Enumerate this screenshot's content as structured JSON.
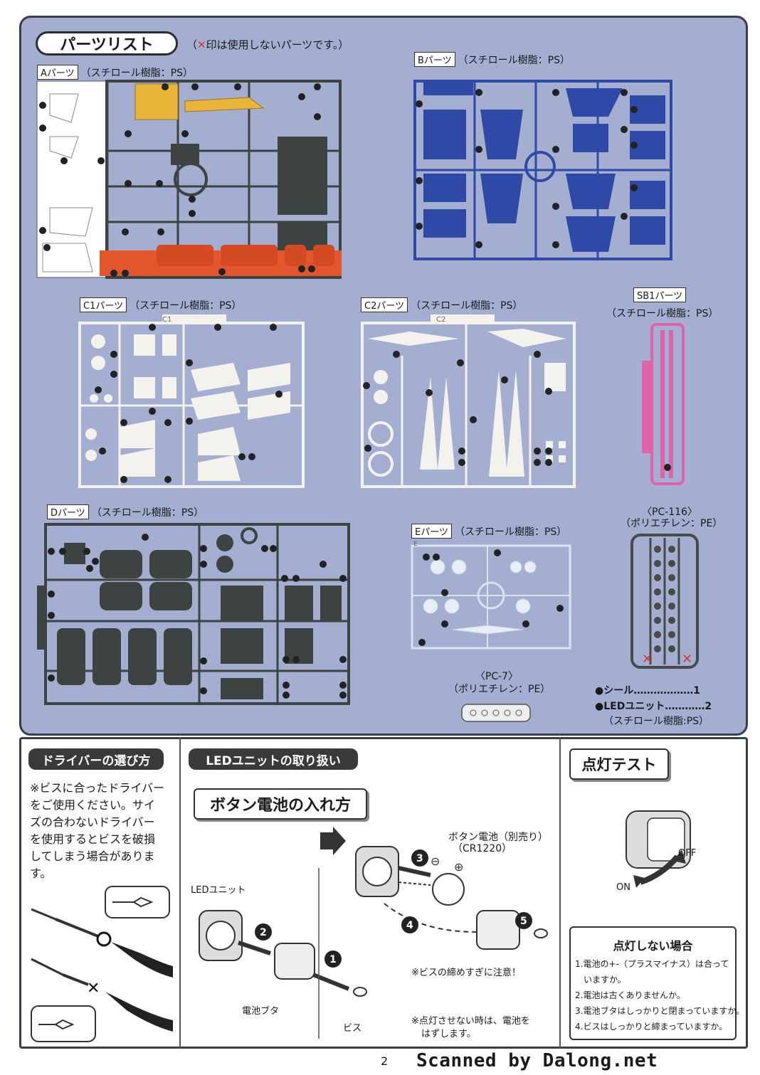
{
  "header": {
    "title": "パーツリスト",
    "note_mark": "✕",
    "note_text": "印は使用しないパーツです。"
  },
  "runners": {
    "a": {
      "tag": "Aパーツ",
      "material": "（スチロール樹脂：PS）",
      "color": "#3c4340"
    },
    "b": {
      "tag": "Bパーツ",
      "material": "（スチロール樹脂：PS）",
      "color": "#2f4aa6"
    },
    "c1": {
      "tag": "C1パーツ",
      "material": "（スチロール樹脂：PS）",
      "color": "#f4f2ec",
      "runner_mark": "C1"
    },
    "c2": {
      "tag": "C2パーツ",
      "material": "（スチロール樹脂：PS）",
      "color": "#f4f2ec",
      "runner_mark": "C2"
    },
    "sb1": {
      "tag": "SB1パーツ",
      "material": "（スチロール樹脂：PS）",
      "color": "#e062a8"
    },
    "d": {
      "tag": "Dパーツ",
      "material": "（スチロール樹脂：PS）",
      "color": "#3c4340"
    },
    "e": {
      "tag": "Eパーツ",
      "material": "（スチロール樹脂：PS）",
      "color": "#d9e2ef",
      "runner_mark": "E"
    },
    "pc116": {
      "tag": "〈PC-116〉",
      "material": "（ポリエチレン：PE）",
      "color": "#4a4a4a"
    },
    "pc7": {
      "tag": "〈PC-7〉",
      "material": "（ポリエチレン：PE）",
      "color": "#eeeeee"
    }
  },
  "accessories": {
    "seal_label": "●シール",
    "seal_dots": "………………",
    "seal_qty": "1",
    "led_label": "●LEDユニット",
    "led_dots": "…………",
    "led_qty": "2",
    "led_material": "（スチロール樹脂:PS）"
  },
  "driver_section": {
    "title": "ドライバーの選び方",
    "note": "※ビスに合ったドライバーをご使用ください。サイズの合わないドライバーを使用するとビスを破損してしまう場合があります。",
    "ok_mark": "○",
    "ng_mark": "✕"
  },
  "led_section": {
    "title": "LEDユニットの取り扱い",
    "subtitle": "ボタン電池の入れ方",
    "battery_label": "ボタン電池（別売り）",
    "battery_model": "（CR1220）",
    "led_unit_label": "LEDユニット",
    "cover_label": "電池ブタ",
    "screw_label": "ビス",
    "screw_warning": "※ビスの締めすぎに注意！",
    "unused_note_1": "※点灯させない時は、電池を",
    "unused_note_2": "はずします。",
    "steps": [
      "1",
      "2",
      "3",
      "4",
      "5"
    ],
    "minus": "⊖",
    "plus": "⊕"
  },
  "light_test": {
    "title": "点灯テスト",
    "off_label": "OFF",
    "on_label": "ON",
    "trouble_title": "点灯しない場合",
    "trouble_items": [
      "1.電池の+-（プラスマイナス）は合って",
      "　いますか。",
      "2.電池は古くありませんか。",
      "3.電池ブタはしっかりと閉まっていますか。",
      "4.ビスはしっかりと締まっていますか。"
    ]
  },
  "footer": {
    "page_number": "2",
    "scanner_credit": "Scanned by Dalong.net"
  }
}
